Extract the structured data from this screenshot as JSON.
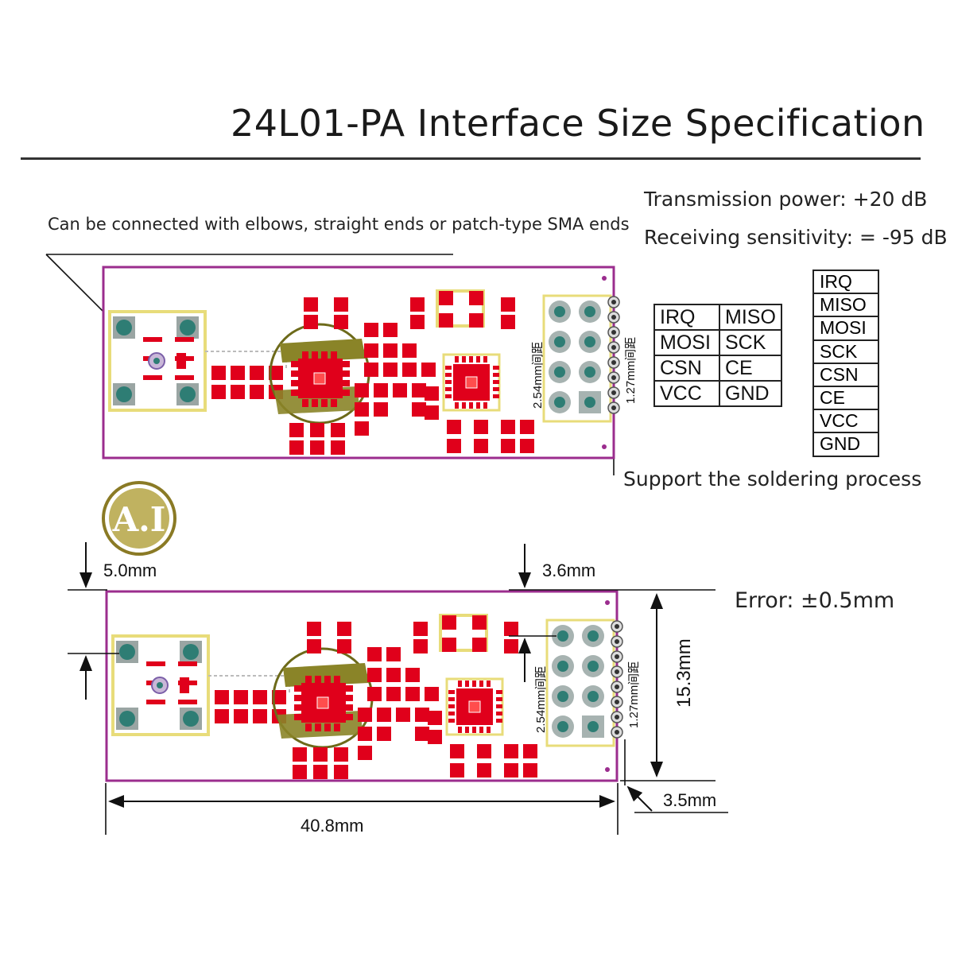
{
  "title": "24L01-PA Interface Size Specification",
  "specs": {
    "power": "Transmission power: +20 dB",
    "sensitivity": "Receiving sensitivity: = -95 dB"
  },
  "notes": {
    "sma": "Can be connected with elbows, straight ends or patch-type SMA ends",
    "solder": "Support the soldering process"
  },
  "pin_grid": [
    [
      "IRQ",
      "MISO"
    ],
    [
      "MOSI",
      "SCK"
    ],
    [
      "CSN",
      "CE"
    ],
    [
      "VCC",
      "GND"
    ]
  ],
  "pin_list": [
    "IRQ",
    "MISO",
    "MOSI",
    "SCK",
    "CSN",
    "CE",
    "VCC",
    "GND"
  ],
  "board_labels": {
    "pitch_254": "2.54mm间距",
    "pitch_127": "1.27mm间距"
  },
  "dimensions": {
    "width": "40.8mm",
    "height": "15.3mm",
    "sma_offset": "5.0mm",
    "header_offset": "3.6mm",
    "edge_offset": "3.5mm",
    "error": "Error: ±0.5mm"
  },
  "logo_text": "A.I",
  "colors": {
    "outline": "#9b2d8e",
    "pad": "#e0001b",
    "silk": "#e8dc7a",
    "hole": "#2e7d74",
    "dark": "#222222"
  }
}
